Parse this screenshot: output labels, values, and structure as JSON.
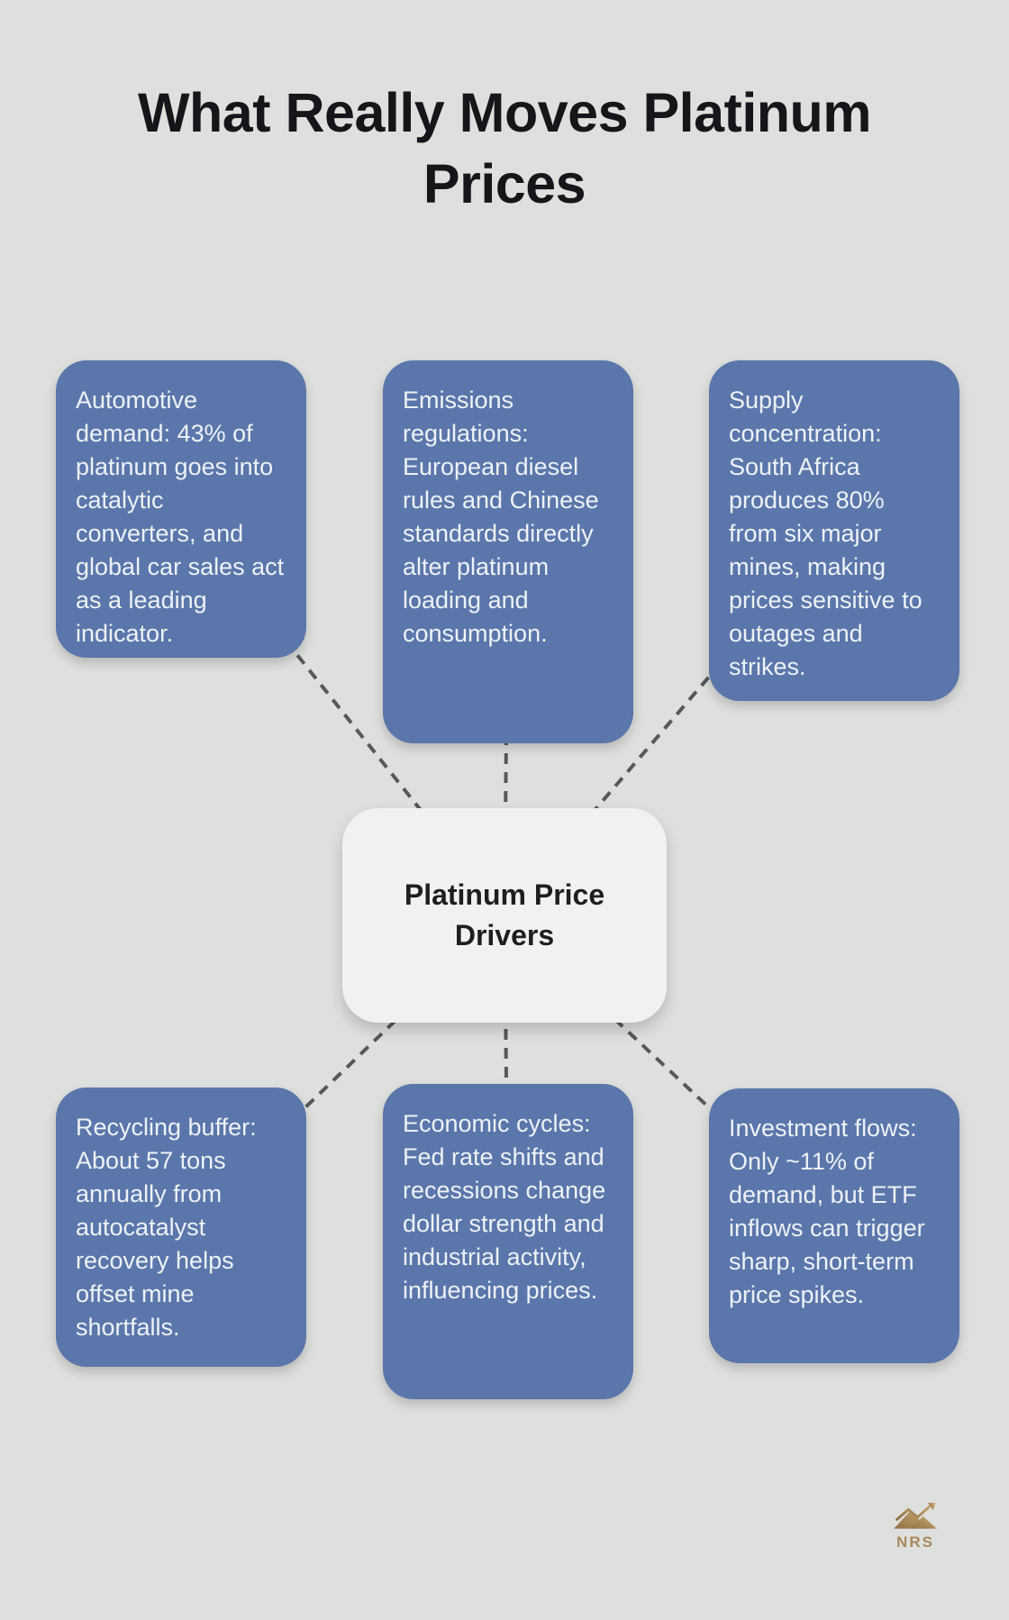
{
  "title": {
    "text": "What Really Moves Platinum Prices"
  },
  "center": {
    "label": "Platinum Price Drivers"
  },
  "nodes": [
    {
      "id": "automotive-demand",
      "text": "Automotive demand: 43% of platinum goes into catalytic converters, and global car sales act as a leading indicator."
    },
    {
      "id": "emissions-regulations",
      "text": "Emissions regulations: European diesel rules and Chinese standards directly alter platinum loading and consumption."
    },
    {
      "id": "supply-concentration",
      "text": "Supply concentration: South Africa produces 80% from six major mines, making prices sensitive to outages and strikes."
    },
    {
      "id": "recycling-buffer",
      "text": "Recycling buffer: About 57 tons annually from autocatalyst recovery helps offset mine shortfalls."
    },
    {
      "id": "economic-cycles",
      "text": "Economic cycles: Fed rate shifts and recessions change dollar strength and industrial activity, influencing prices."
    },
    {
      "id": "investment-flows",
      "text": "Investment flows: Only ~11% of demand, but ETF inflows can trigger sharp, short-term price spikes."
    }
  ],
  "logo": {
    "text": "NRS"
  },
  "colors": {
    "background": "#dee0de",
    "node_blue": "#5b76aa",
    "node_text": "#eef2f7",
    "center_bg": "#f0f1f2",
    "center_text": "#1d1e20",
    "connector": "#57585a",
    "title_text": "#15161a",
    "logo_gold": "#a8895c"
  }
}
